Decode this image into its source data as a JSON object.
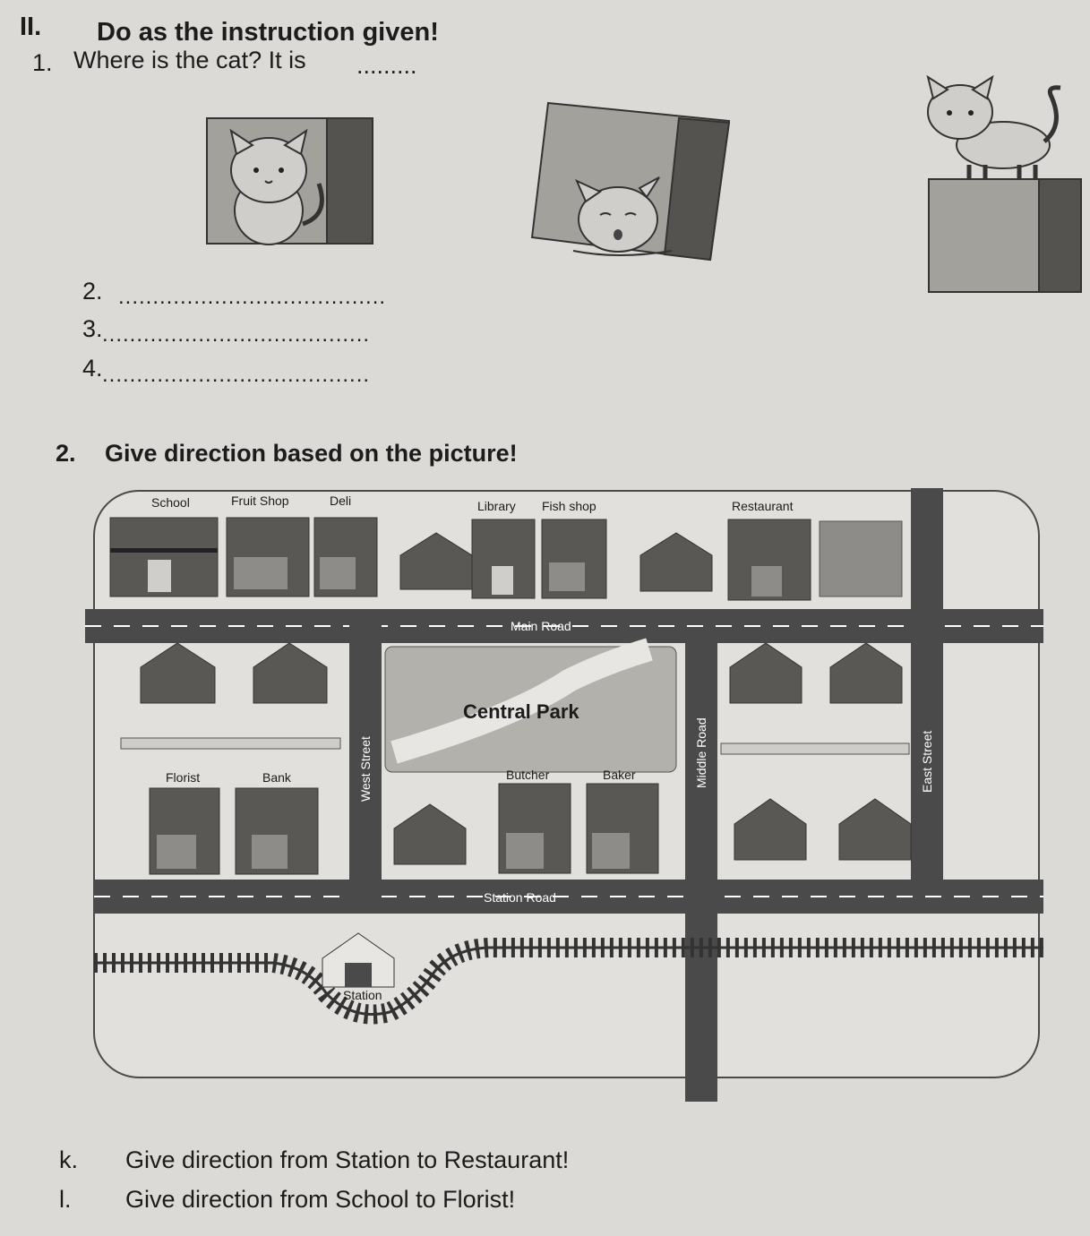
{
  "section": {
    "roman": "II.",
    "title": "Do as the instruction given!"
  },
  "q1": {
    "number": "1.",
    "text": "Where is the cat? It is",
    "blank": "........."
  },
  "answers": [
    {
      "number": "2.",
      "blank": "......................................."
    },
    {
      "number": "3.",
      "blank": "......................................."
    },
    {
      "number": "4.",
      "blank": "......................................."
    }
  ],
  "q2": {
    "number": "2.",
    "text": "Give direction based on the picture!"
  },
  "map": {
    "buildings": {
      "school": "School",
      "fruit_shop": "Fruit Shop",
      "deli": "Deli",
      "library": "Library",
      "fish_shop": "Fish shop",
      "restaurant": "Restaurant",
      "florist": "Florist",
      "bank": "Bank",
      "butcher": "Butcher",
      "baker": "Baker",
      "station": "Station"
    },
    "park": "Central Park",
    "roads": {
      "main": "Main Road",
      "station": "Station Road",
      "west": "West Street",
      "middle": "Middle Road",
      "east": "East Street"
    }
  },
  "tasks": [
    {
      "letter": "k.",
      "text": "Give direction from Station to Restaurant!"
    },
    {
      "letter": "l.",
      "text": "Give direction from School to Florist!"
    }
  ]
}
